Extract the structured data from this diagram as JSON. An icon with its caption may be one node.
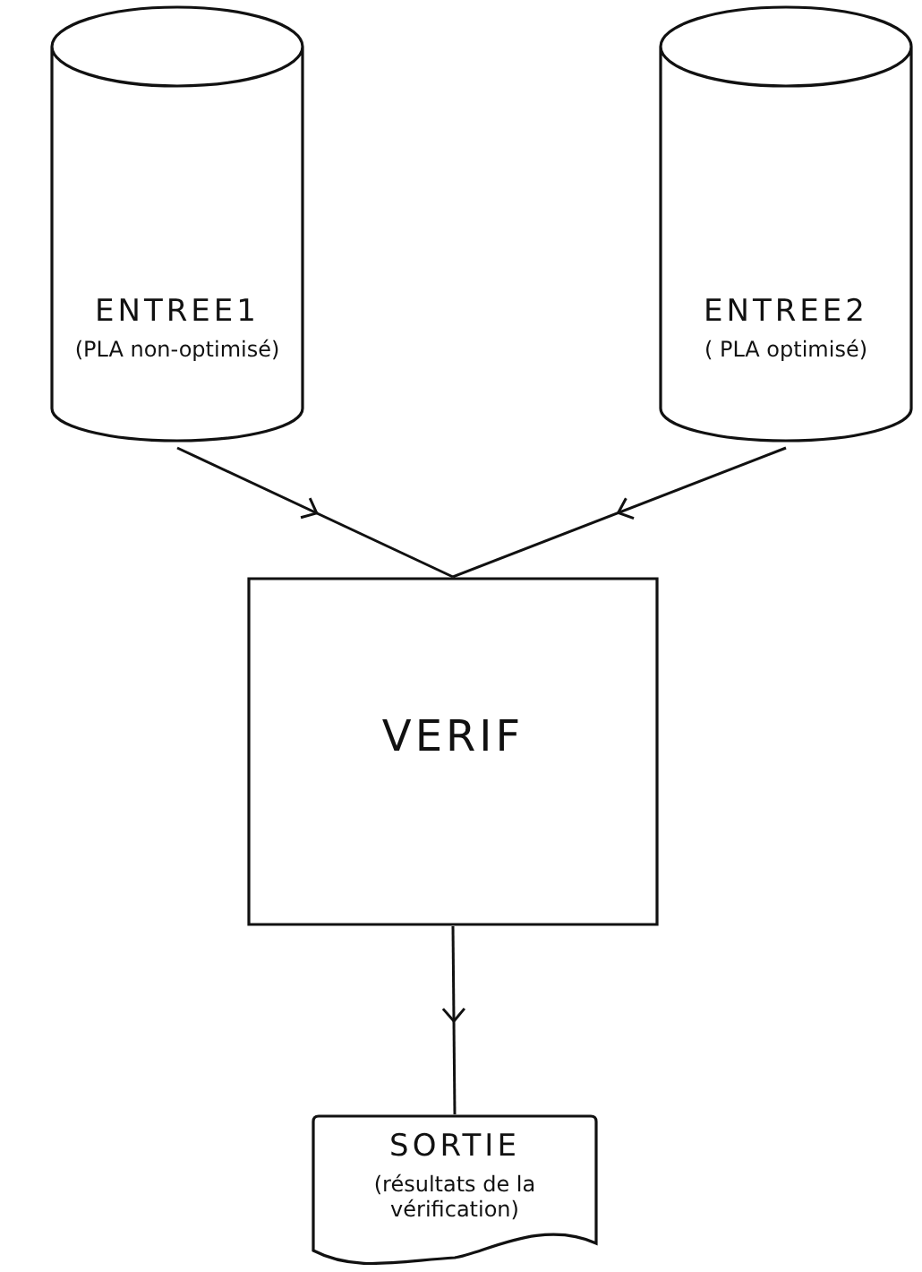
{
  "diagram": {
    "nodes": [
      {
        "text": [
          "ENTREE1",
          "(PLA non-optimisé)"
        ]
      },
      {
        "text": [
          "ENTREE2",
          "( PLA optimisé)"
        ]
      },
      {
        "text": [
          "VERIF"
        ]
      },
      {
        "text": [
          "SORTIE",
          "(résultats de la vérification)"
        ]
      }
    ],
    "edges": [
      {
        "from": 0,
        "to": 2,
        "arrow": "to"
      },
      {
        "from": 1,
        "to": 2,
        "arrow": "to"
      },
      {
        "from": 2,
        "to": 3,
        "arrow": "to"
      }
    ]
  }
}
